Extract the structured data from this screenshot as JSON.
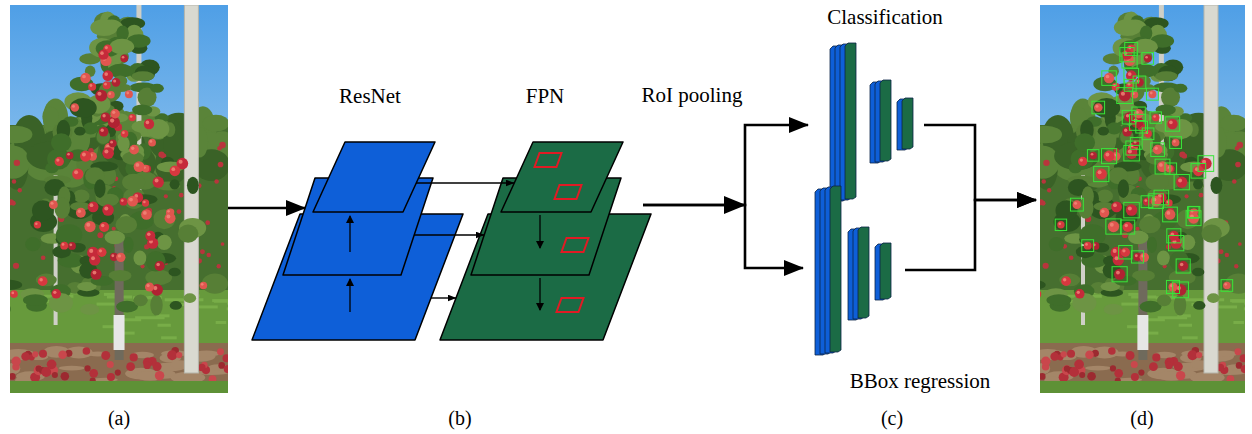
{
  "diagram": {
    "nodes": [
      {
        "text": [
          "(a)"
        ]
      },
      {
        "text": [
          "ResNet"
        ]
      },
      {
        "text": [
          "FPN"
        ]
      },
      {
        "text": [
          "Classification"
        ]
      },
      {
        "text": [
          "BBox regression"
        ]
      },
      {
        "text": [
          "(d)"
        ]
      }
    ],
    "edges": [
      {
        "from": 0,
        "to": 1,
        "arrow": "to"
      },
      {
        "from": 1,
        "to": 2,
        "arrow": "to"
      },
      {
        "from": 1,
        "to": 2,
        "arrow": "to"
      },
      {
        "from": 1,
        "to": 2,
        "arrow": "to"
      },
      {
        "from": 2,
        "to": 3,
        "arrow": "to"
      },
      {
        "from": 2,
        "to": 4,
        "arrow": "to"
      },
      {
        "from": 3,
        "to": 5,
        "arrow": "to"
      },
      {
        "from": 4,
        "to": 5,
        "arrow": "to"
      }
    ],
    "labels": [
      "(b)",
      "RoI pooling",
      "(c)"
    ]
  }
}
